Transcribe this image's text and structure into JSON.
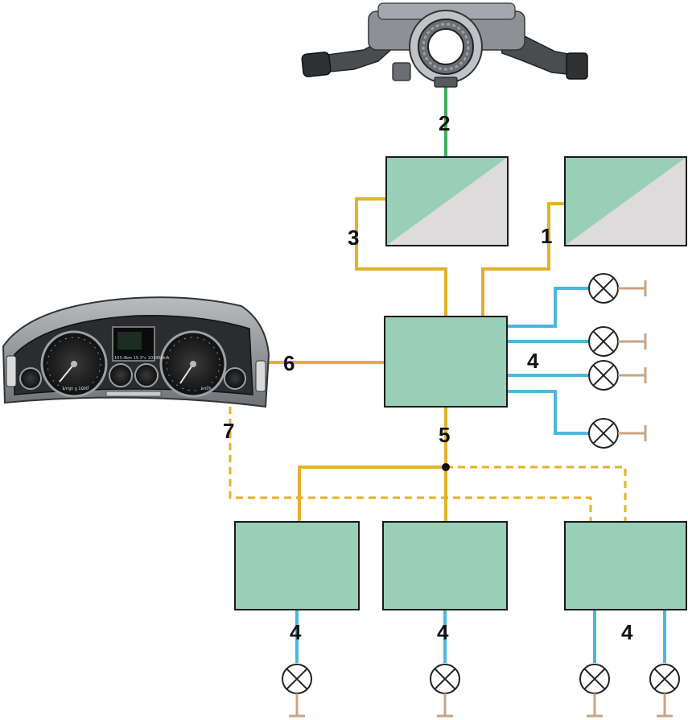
{
  "labels": {
    "bus_1": "1",
    "bus_2": "2",
    "bus_3": "3",
    "bus_4_main": "4",
    "bus_5": "5",
    "bus_6": "6",
    "bus_7": "7",
    "bus_4_left": "4",
    "bus_4_center": "4",
    "bus_4_right": "4"
  },
  "cluster": {
    "left_gauge_caption": "1/min x 1000",
    "right_gauge_caption": "km/h",
    "display_readout": "103.4km  15.3°c  103456km"
  },
  "colors": {
    "ecu_fill": "#99cfb7",
    "ecu_shade": "#dedbdd",
    "can_wire": "#e3b12a",
    "lamp_wire": "#4ab8dc",
    "sensor_wire": "#3cb054",
    "ground": "#c9a383"
  }
}
